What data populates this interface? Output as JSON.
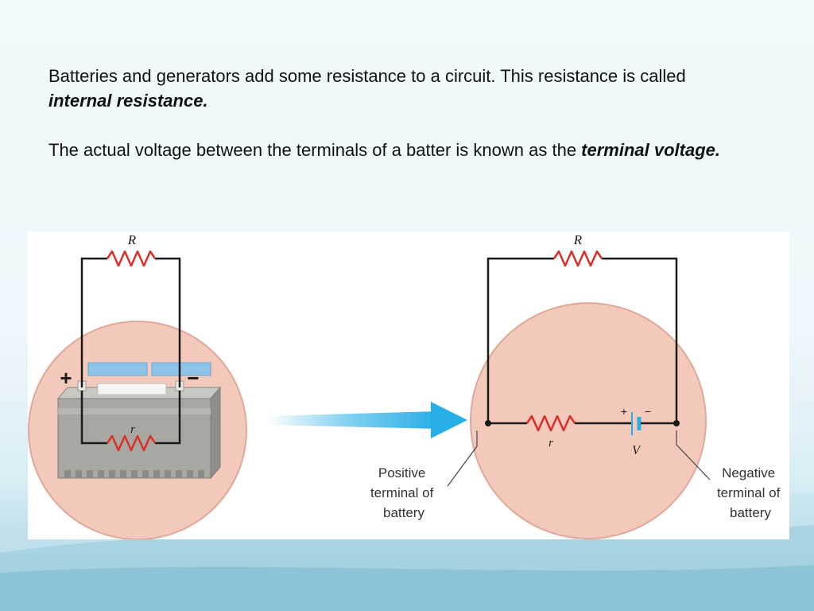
{
  "slide": {
    "paragraph1": {
      "before": "Batteries and generators add some resistance to a circuit.  This resistance is called ",
      "emphasis": "internal resistance."
    },
    "paragraph2": {
      "before": "The actual voltage between the terminals of a batter  is known as the ",
      "emphasis": "terminal voltage."
    }
  },
  "figure": {
    "left": {
      "resistor_R_label": "R",
      "resistor_r_label": "r",
      "plus_sign": "+",
      "minus_sign": "−"
    },
    "right": {
      "resistor_R_label": "R",
      "resistor_r_label": "r",
      "voltage_label": "V",
      "cell_plus": "+",
      "cell_minus": "−",
      "positive_label": [
        "Positive",
        "terminal of",
        "battery"
      ],
      "negative_label": [
        "Negative",
        "terminal of",
        "battery"
      ]
    },
    "colors": {
      "circle_fill": "#f2c9bb",
      "circle_stroke": "#e0a898",
      "resistor": "#d9302a",
      "arrow": "#27aee6",
      "battery_body": "#a8a7a2",
      "battery_cap": "#8fc4e9"
    }
  }
}
